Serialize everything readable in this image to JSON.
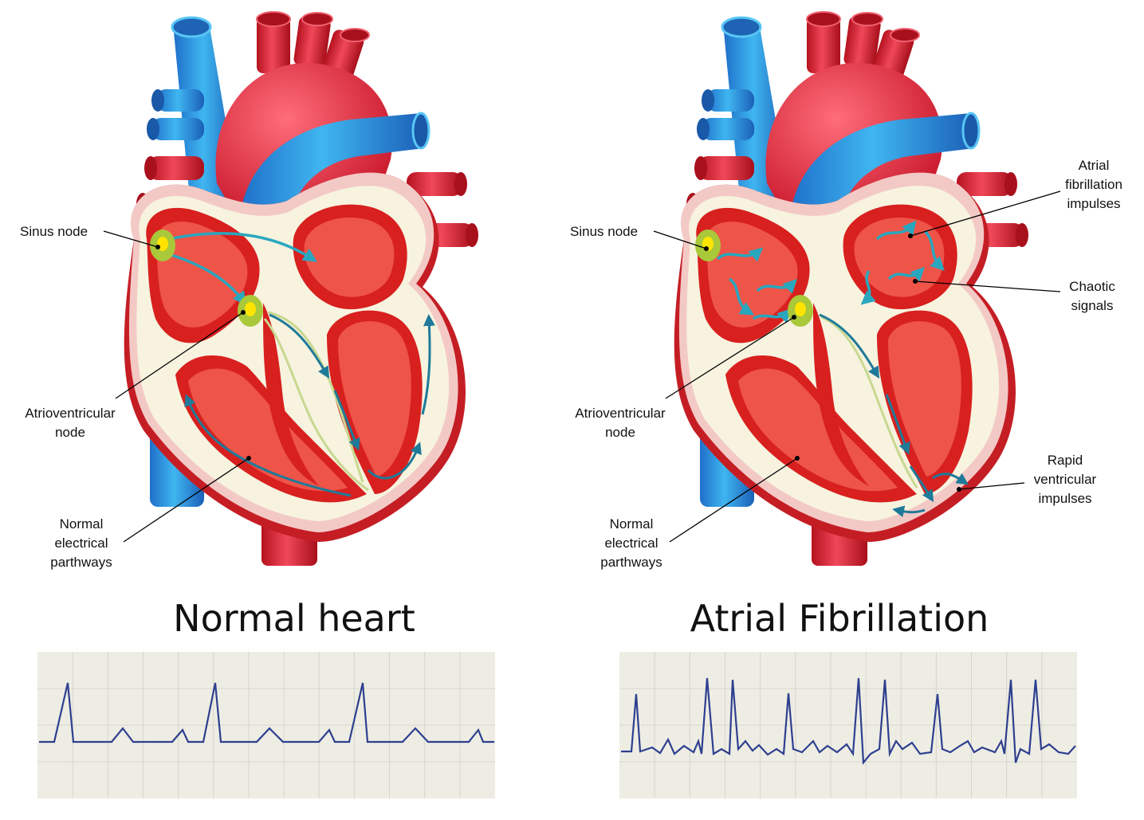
{
  "panels": [
    {
      "title": "Normal heart",
      "labels": {
        "sinus_node": [
          "Sinus node"
        ],
        "av_node": [
          "Atrioventricular",
          "node"
        ],
        "pathways": [
          "Normal",
          "electrical",
          "parthways"
        ]
      }
    },
    {
      "title": "Atrial Fibrillation",
      "labels": {
        "sinus_node": [
          "Sinus node"
        ],
        "av_node": [
          "Atrioventricular",
          "node"
        ],
        "pathways": [
          "Normal",
          "electrical",
          "parthways"
        ],
        "af_impulses": [
          "Atrial",
          "fibrillation",
          "impulses"
        ],
        "chaotic": [
          "Chaotic",
          "signals"
        ],
        "rapid": [
          "Rapid",
          "ventricular",
          "impulses"
        ]
      }
    }
  ],
  "ecg": {
    "normal": [
      0,
      0,
      0,
      0,
      0,
      0,
      1,
      0,
      0,
      0,
      0,
      0,
      0,
      0,
      0,
      0,
      0,
      0
    ],
    "afib": [
      0,
      0,
      0,
      0,
      0,
      0,
      0,
      0,
      0,
      0,
      0,
      0,
      0,
      0,
      0,
      0,
      0,
      0
    ]
  },
  "colors": {
    "vein_blue": "#2f9fe0",
    "artery_red": "#e0283a",
    "muscle_red": "#e02a23",
    "chamber_red": "#ee5448",
    "wall_cream": "#f7f3df",
    "node_green": "#a9c83a",
    "impulse_teal": "#2aa7bf",
    "ecg_line": "#2e3f8f",
    "ecg_bg": "#eeede4",
    "ecg_grid": "#d6d6cc"
  }
}
